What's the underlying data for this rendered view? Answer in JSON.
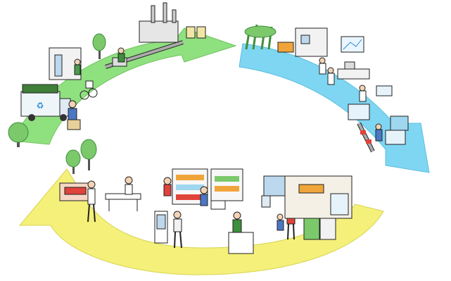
{
  "illustration": {
    "stages": [
      {
        "id": "recycling-collection",
        "color": "#8fe07f"
      },
      {
        "id": "manufacturing-research",
        "color": "#7fd6f2"
      },
      {
        "id": "retail-consumption",
        "color": "#f4f07a"
      }
    ],
    "truck_label": "",
    "store_sign": "",
    "palette": {
      "green_arrow": "#8fe07f",
      "blue_arrow": "#7fd6f2",
      "yellow_arrow": "#f4f07a",
      "outline": "#222222",
      "tree": "#7bc96b",
      "skin": "#f3d3b5",
      "blue_shirt": "#4b77c4",
      "red": "#e0433a",
      "orange": "#f0a53a"
    }
  }
}
